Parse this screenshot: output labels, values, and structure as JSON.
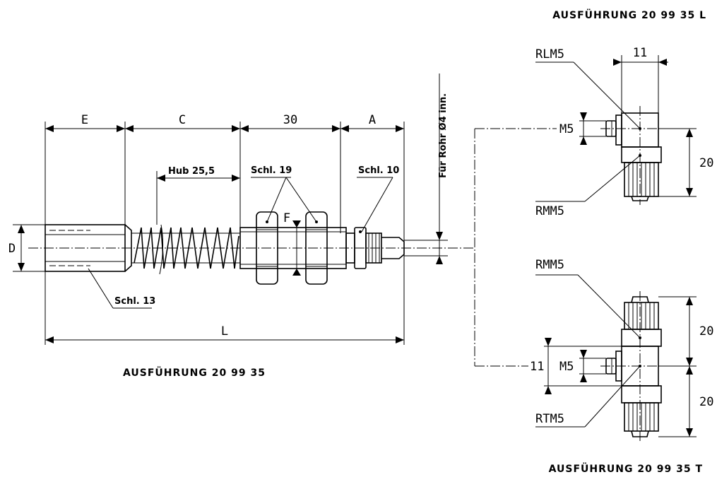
{
  "titles": {
    "main": "AUSFÜHRUNG 20 99 35",
    "variant_l": "AUSFÜHRUNG 20 99 35  L",
    "variant_t": "AUSFÜHRUNG 20 99 35  T"
  },
  "dimensions": {
    "e": "E",
    "c": "C",
    "thirty": "30",
    "a": "A",
    "l": "L",
    "d": "D",
    "f": "F",
    "l_eleven": "11",
    "l_m5": "M5",
    "l_twenty": "20",
    "t_twenty_top": "20",
    "t_twenty_bottom": "20",
    "t_eleven": "11",
    "t_m5": "M5"
  },
  "callouts": {
    "hub": "Hub 25,5",
    "schl19": "Schl. 19",
    "schl10": "Schl. 10",
    "schl13": "Schl. 13",
    "rohr": "Für Rohr Ø4 inn.",
    "rlm5": "RLM5",
    "rmm5_l": "RMM5",
    "rmm5_t": "RMM5",
    "rtm5": "RTM5"
  }
}
